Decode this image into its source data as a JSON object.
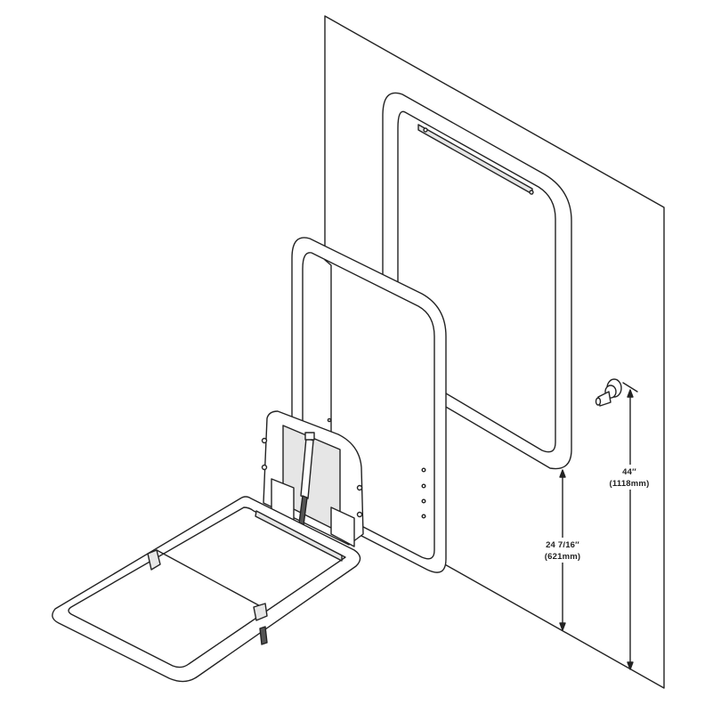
{
  "colors": {
    "line": "#222222",
    "fill": "#ffffff",
    "shade": "#e6e6e6",
    "dark": "#555555"
  },
  "dimensions": {
    "top_height": {
      "imperial": "44″",
      "metric": "(1118mm)"
    },
    "bottom_height": {
      "imperial": "24 7/16″",
      "metric": "(621mm)"
    }
  },
  "icons": [
    "wall-panel",
    "mounting-plate",
    "back-shell",
    "changing-table-bed",
    "hinge-bracket",
    "gas-strut",
    "wall-hook"
  ]
}
